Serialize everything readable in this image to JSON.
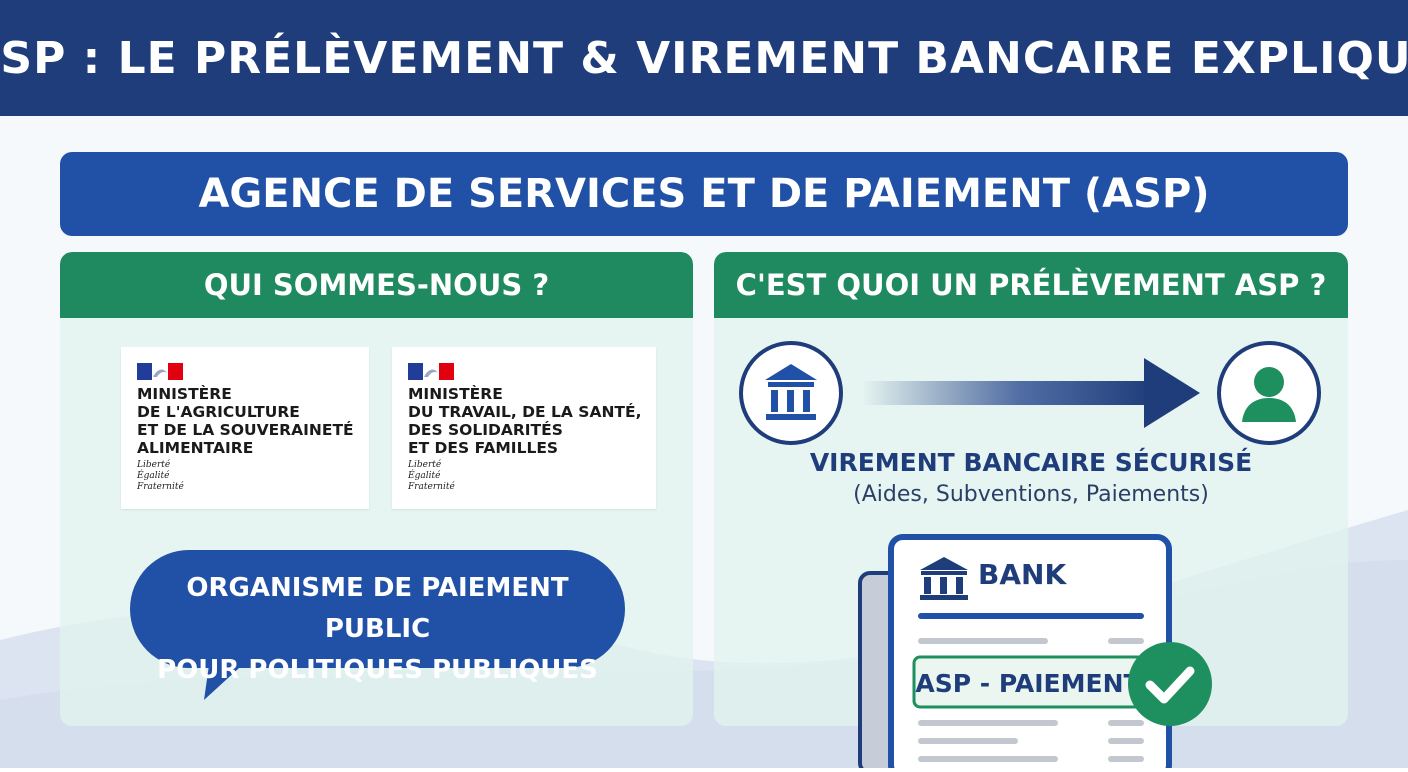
{
  "header": {
    "title": "ASP : LE PRÉLÈVEMENT & VIREMENT BANCAIRE EXPLIQUÉ"
  },
  "agency": {
    "title": "AGENCE DE SERVICES ET DE PAIEMENT (ASP)"
  },
  "left_panel": {
    "title": "QUI SOMMES-NOUS ?",
    "ministries": [
      {
        "name": "MINISTÈRE\nDE L'AGRICULTURE\nET DE LA SOUVERAINETÉ\nALIMENTAIRE",
        "motto": "Liberté\nÉgalité\nFraternité"
      },
      {
        "name": "MINISTÈRE\nDU TRAVAIL, DE LA SANTÉ,\nDES SOLIDARITÉS\nET DES FAMILLES",
        "motto": "Liberté\nÉgalité\nFraternité"
      }
    ],
    "bubble_text": "ORGANISME DE PAIEMENT PUBLIC\nPOUR POLITIQUES PUBLIQUES"
  },
  "right_panel": {
    "title": "C'EST QUOI UN PRÉLÈVEMENT ASP ?",
    "flow": {
      "source_icon": "bank-icon",
      "target_icon": "user-icon",
      "label": "VIREMENT BANCAIRE SÉCURISÉ",
      "sublabel": "(Aides, Subventions, Paiements)"
    },
    "statement": {
      "bank_label": "BANK",
      "payment_label": "ASP - PAIEMENT",
      "check_icon": "checkmark-icon"
    }
  },
  "colors": {
    "header_bg": "#1f3d7a",
    "agency_bg": "#2151a6",
    "panel_head": "#1f8a5f",
    "panel_bg": "#e2f4ee",
    "accent_green": "#1e8f5e",
    "navy": "#1f3d7a"
  }
}
